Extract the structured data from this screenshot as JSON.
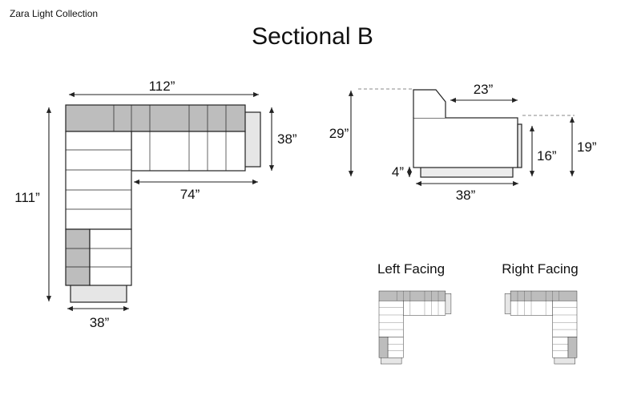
{
  "header": {
    "collection": "Zara Light Collection",
    "title": "Sectional B"
  },
  "top_view": {
    "overall_width": "112”",
    "overall_depth": "111”",
    "section_depth": "38”",
    "seat_run": "74”",
    "chaise_width": "38”"
  },
  "side_view": {
    "total_height": "29”",
    "seat_depth": "23”",
    "arm_height": "19”",
    "seat_height": "16”",
    "leg_height": "4”",
    "depth": "38”"
  },
  "configurations": {
    "left_label": "Left Facing",
    "right_label": "Right Facing"
  }
}
